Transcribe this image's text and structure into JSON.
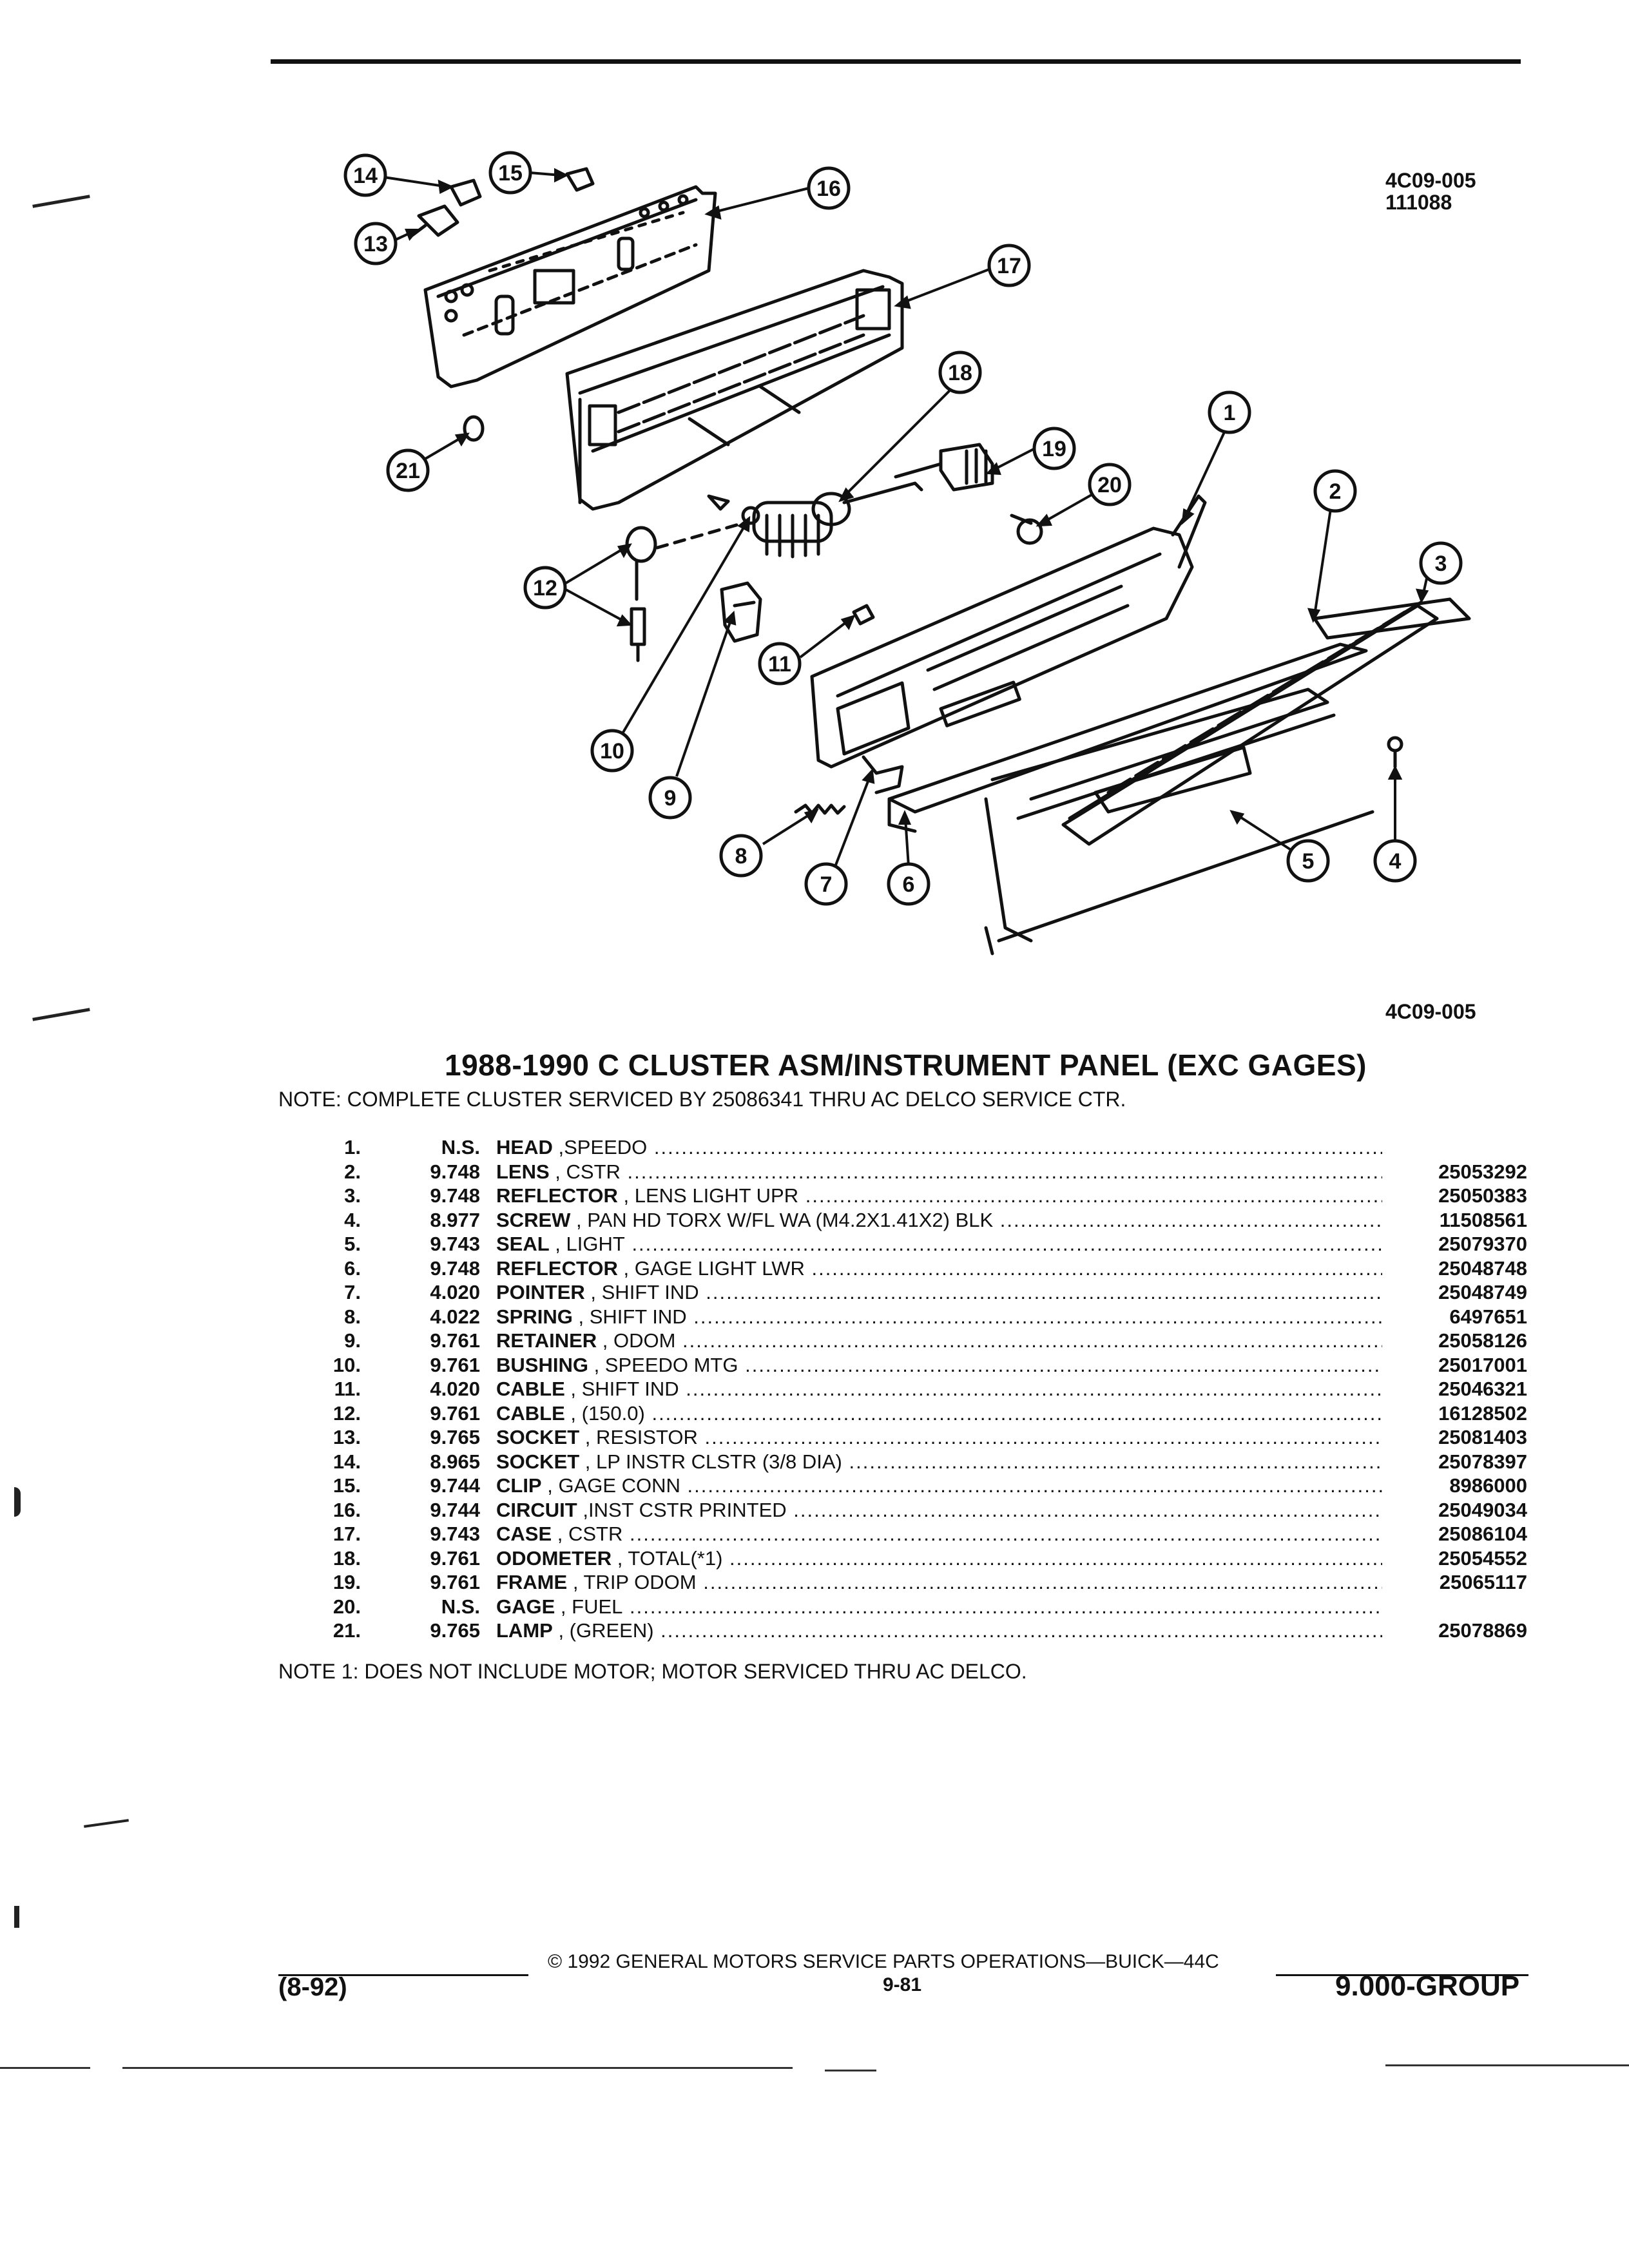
{
  "header": {
    "ref_code": "4C09-005",
    "ref_date": "111088"
  },
  "figure": {
    "ref_code": "4C09-005",
    "callouts": [
      "1",
      "2",
      "3",
      "4",
      "5",
      "6",
      "7",
      "8",
      "9",
      "10",
      "11",
      "12",
      "13",
      "14",
      "15",
      "16",
      "17",
      "18",
      "19",
      "20",
      "21"
    ]
  },
  "title": "1988-1990 C CLUSTER ASM/INSTRUMENT PANEL (EXC GAGES)",
  "note": "NOTE:  COMPLETE CLUSTER SERVICED BY 25086341 THRU AC DELCO SERVICE CTR.",
  "parts": [
    {
      "num": "1.",
      "group": "N.S.",
      "name": "HEAD",
      "desc": " ,SPEEDO",
      "part": ""
    },
    {
      "num": "2.",
      "group": "9.748",
      "name": "LENS",
      "desc": " , CSTR",
      "part": "25053292"
    },
    {
      "num": "3.",
      "group": "9.748",
      "name": "REFLECTOR",
      "desc": " , LENS LIGHT UPR",
      "part": "25050383"
    },
    {
      "num": "4.",
      "group": "8.977",
      "name": "SCREW",
      "desc": " , PAN HD TORX W/FL WA (M4.2X1.41X2) BLK",
      "part": "11508561"
    },
    {
      "num": "5.",
      "group": "9.743",
      "name": "SEAL",
      "desc": " , LIGHT",
      "part": "25079370"
    },
    {
      "num": "6.",
      "group": "9.748",
      "name": "REFLECTOR",
      "desc": " , GAGE LIGHT LWR",
      "part": "25048748"
    },
    {
      "num": "7.",
      "group": "4.020",
      "name": "POINTER",
      "desc": " , SHIFT IND",
      "part": "25048749"
    },
    {
      "num": "8.",
      "group": "4.022",
      "name": "SPRING",
      "desc": " , SHIFT IND",
      "part": "6497651"
    },
    {
      "num": "9.",
      "group": "9.761",
      "name": "RETAINER",
      "desc": " , ODOM",
      "part": "25058126"
    },
    {
      "num": "10.",
      "group": "9.761",
      "name": "BUSHING",
      "desc": " , SPEEDO MTG",
      "part": "25017001"
    },
    {
      "num": "11.",
      "group": "4.020",
      "name": "CABLE",
      "desc": " , SHIFT IND",
      "part": "25046321"
    },
    {
      "num": "12.",
      "group": "9.761",
      "name": "CABLE",
      "desc": " , (150.0)",
      "part": "16128502"
    },
    {
      "num": "13.",
      "group": "9.765",
      "name": "SOCKET",
      "desc": " , RESISTOR",
      "part": "25081403"
    },
    {
      "num": "14.",
      "group": "8.965",
      "name": "SOCKET",
      "desc": " , LP INSTR CLSTR (3/8 DIA)",
      "part": "25078397"
    },
    {
      "num": "15.",
      "group": "9.744",
      "name": "CLIP",
      "desc": " , GAGE CONN",
      "part": "8986000"
    },
    {
      "num": "16.",
      "group": "9.744",
      "name": "CIRCUIT",
      "desc": " ,INST CSTR PRINTED",
      "part": "25049034"
    },
    {
      "num": "17.",
      "group": "9.743",
      "name": "CASE",
      "desc": " , CSTR",
      "part": "25086104"
    },
    {
      "num": "18.",
      "group": "9.761",
      "name": "ODOMETER",
      "desc": " , TOTAL(*1)",
      "part": "25054552"
    },
    {
      "num": "19.",
      "group": "9.761",
      "name": "FRAME",
      "desc": " , TRIP ODOM",
      "part": "25065117"
    },
    {
      "num": "20.",
      "group": "N.S.",
      "name": "GAGE",
      "desc": " , FUEL",
      "part": ""
    },
    {
      "num": "21.",
      "group": "9.765",
      "name": "LAMP",
      "desc": " , (GREEN)",
      "part": "25078869"
    }
  ],
  "note_1": "NOTE  1:  DOES NOT INCLUDE MOTOR; MOTOR SERVICED THRU AC DELCO.",
  "footer": {
    "copyright": "©  1992  GENERAL MOTORS SERVICE PARTS OPERATIONS—BUICK—44C",
    "revision": "(8-92)",
    "page": "9-81",
    "group": "9.000-GROUP"
  }
}
